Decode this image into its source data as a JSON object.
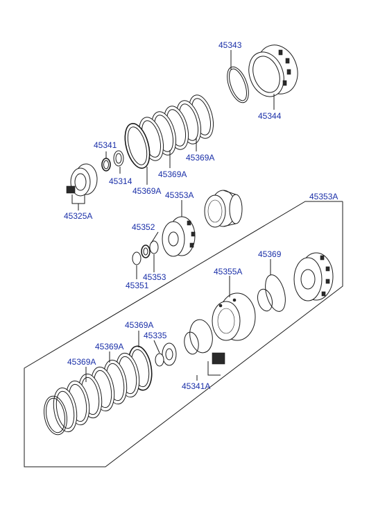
{
  "colors": {
    "label": "#1a2fa8",
    "line": "#1a1a1a",
    "part_fill": "#ffffff"
  },
  "labels": {
    "p45343": "45343",
    "p45344": "45344",
    "p45341": "45341",
    "p45314": "45314",
    "p45369A_1": "45369A",
    "p45369A_2": "45369A",
    "p45369A_3": "45369A",
    "p45325A": "45325A",
    "p45353A_1": "45353A",
    "p45353A_2": "45353A",
    "p45352": "45352",
    "p45353": "45353",
    "p45351": "45351",
    "p45369": "45369",
    "p45355A": "45355A",
    "p45369A_4": "45369A",
    "p45335": "45335",
    "p45369A_5": "45369A",
    "p45369A_6": "45369A",
    "p45341A": "45341A"
  }
}
